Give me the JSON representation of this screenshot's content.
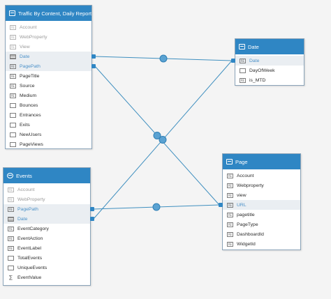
{
  "colors": {
    "header": "#2f86c4",
    "line": "#3f8fbf",
    "background": "#f4f4f4"
  },
  "tables": {
    "traffic": {
      "title": "Traffic By Content, Daily Report",
      "icon": "table-icon",
      "fields": [
        {
          "label": "Account",
          "type": "text",
          "hidden": true
        },
        {
          "label": "WebProperty",
          "type": "text",
          "hidden": true
        },
        {
          "label": "View",
          "type": "text",
          "hidden": true
        },
        {
          "label": "Date",
          "type": "date",
          "hidden": false,
          "highlight": true
        },
        {
          "label": "PagePath",
          "type": "text",
          "hidden": false,
          "highlight": true
        },
        {
          "label": "PageTitle",
          "type": "text",
          "hidden": false
        },
        {
          "label": "Source",
          "type": "text",
          "hidden": false
        },
        {
          "label": "Medium",
          "type": "text",
          "hidden": false
        },
        {
          "label": "Bounces",
          "type": "number",
          "hidden": false
        },
        {
          "label": "Entrances",
          "type": "number",
          "hidden": false
        },
        {
          "label": "Exits",
          "type": "number",
          "hidden": false
        },
        {
          "label": "NewUsers",
          "type": "number",
          "hidden": false
        },
        {
          "label": "PageViews",
          "type": "number",
          "hidden": false
        }
      ]
    },
    "date": {
      "title": "Date",
      "icon": "table-icon",
      "fields": [
        {
          "label": "Date",
          "type": "text",
          "hidden": false,
          "highlight": true
        },
        {
          "label": "DayOfWeek",
          "type": "number",
          "hidden": false
        },
        {
          "label": "is_MTD",
          "type": "text",
          "hidden": false
        }
      ]
    },
    "events": {
      "title": "Events",
      "icon": "events-icon",
      "fields": [
        {
          "label": "Account",
          "type": "text",
          "hidden": true
        },
        {
          "label": "WebProperty",
          "type": "text",
          "hidden": true
        },
        {
          "label": "PagePath",
          "type": "text",
          "hidden": false,
          "highlight": true
        },
        {
          "label": "Date",
          "type": "date",
          "hidden": false,
          "highlight": true
        },
        {
          "label": "EventCategory",
          "type": "text",
          "hidden": false
        },
        {
          "label": "EventAction",
          "type": "text",
          "hidden": false
        },
        {
          "label": "EventLabel",
          "type": "text",
          "hidden": false
        },
        {
          "label": "TotalEvents",
          "type": "number",
          "hidden": false
        },
        {
          "label": "UniqueEvents",
          "type": "number",
          "hidden": false
        },
        {
          "label": "EventValue",
          "type": "sigma",
          "hidden": false
        }
      ]
    },
    "page": {
      "title": "Page",
      "icon": "table-icon",
      "fields": [
        {
          "label": "Account",
          "type": "text",
          "hidden": false
        },
        {
          "label": "Webproperty",
          "type": "text",
          "hidden": false
        },
        {
          "label": "view",
          "type": "text",
          "hidden": false
        },
        {
          "label": "URL",
          "type": "text",
          "hidden": false,
          "highlight": true
        },
        {
          "label": "pagetitle",
          "type": "text",
          "hidden": false
        },
        {
          "label": "PageType",
          "type": "text",
          "hidden": false
        },
        {
          "label": "DashboardId",
          "type": "text",
          "hidden": false
        },
        {
          "label": "WidgetId",
          "type": "text",
          "hidden": false
        }
      ]
    }
  },
  "relationships": [
    {
      "from": "traffic.Date",
      "to": "date.Date"
    },
    {
      "from": "traffic.PagePath",
      "to": "page.URL"
    },
    {
      "from": "events.PagePath",
      "to": "page.URL"
    },
    {
      "from": "events.Date",
      "to": "date.Date"
    }
  ]
}
